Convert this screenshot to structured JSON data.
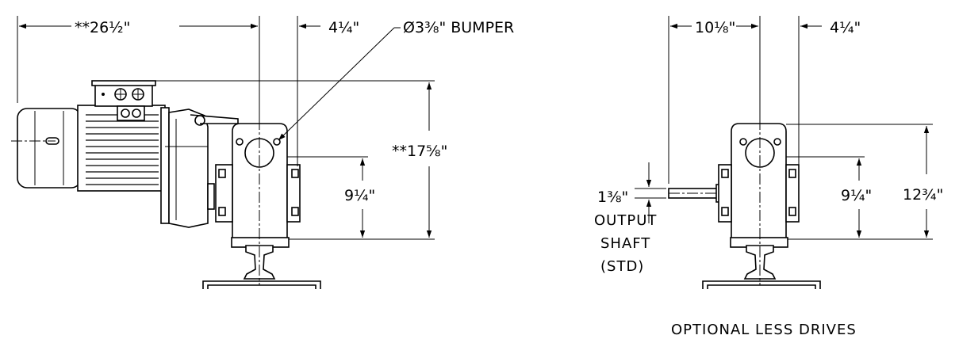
{
  "left_view": {
    "dim_overall_length": "**26½\"",
    "dim_rail_offset": "4¼\"",
    "bumper_label": "Ø3⅜\" BUMPER",
    "dim_height": "**17⅝\"",
    "dim_shaft_height": "9¼\""
  },
  "right_view": {
    "dim_shaft_extension": "10⅛\"",
    "dim_rail_offset": "4¼\"",
    "dim_height": "12¾\"",
    "dim_shaft_height": "9¼\"",
    "output_shaft_dim": "1⅜\"",
    "output_shaft_line1": "OUTPUT",
    "output_shaft_line2": "SHAFT",
    "output_shaft_line3": "(STD)",
    "caption": "OPTIONAL LESS DRIVES"
  }
}
